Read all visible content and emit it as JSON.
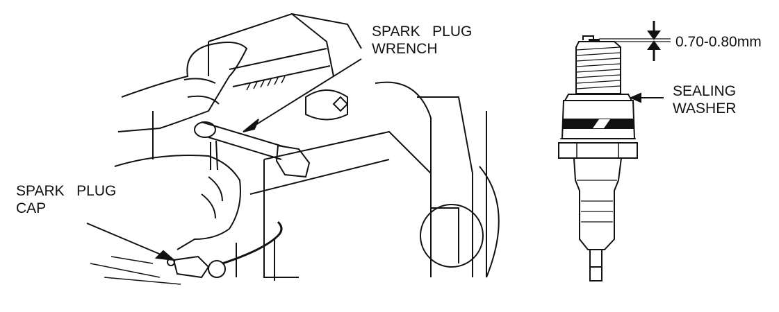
{
  "left_figure": {
    "wrench_label": [
      "SPARK   PLUG",
      "WRENCH"
    ],
    "cap_label": [
      "SPARK   PLUG",
      "CAP"
    ]
  },
  "right_figure": {
    "gap_label": "0.70-0.80mm",
    "washer_label": [
      "SEALING",
      "WASHER"
    ]
  },
  "colors": {
    "line": "#111111",
    "background": "#ffffff"
  }
}
